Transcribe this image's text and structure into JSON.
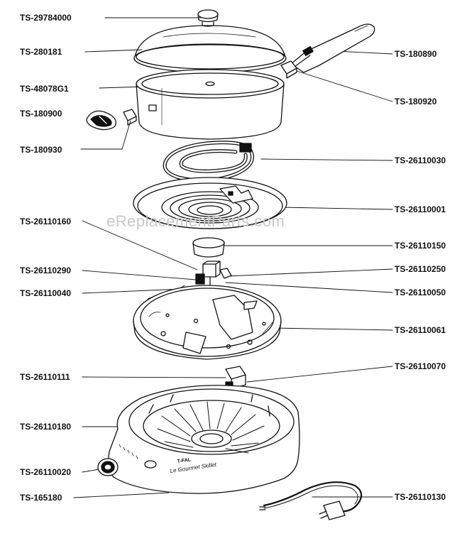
{
  "watermark": "eReplacementParts.com",
  "brand_text": "T-FAL",
  "model_text": "Le Gourmet Skillet",
  "labels": {
    "ts_29784000": "TS-29784000",
    "ts_280181": "TS-280181",
    "ts_48078g1": "TS-48078G1",
    "ts_180900": "TS-180900",
    "ts_180930": "TS-180930",
    "ts_26110160": "TS-26110160",
    "ts_26110290": "TS-26110290",
    "ts_26110040": "TS-26110040",
    "ts_26110111": "TS-26110111",
    "ts_26110180": "TS-26110180",
    "ts_26110020": "TS-26110020",
    "ts_165180": "TS-165180",
    "ts_180890": "TS-180890",
    "ts_180920": "TS-180920",
    "ts_26110030": "TS-26110030",
    "ts_26110001": "TS-26110001",
    "ts_26110150": "TS-26110150",
    "ts_26110250": "TS-26110250",
    "ts_26110050": "TS-26110050",
    "ts_26110061": "TS-26110061",
    "ts_26110070": "TS-26110070",
    "ts_26110130": "TS-26110130"
  }
}
